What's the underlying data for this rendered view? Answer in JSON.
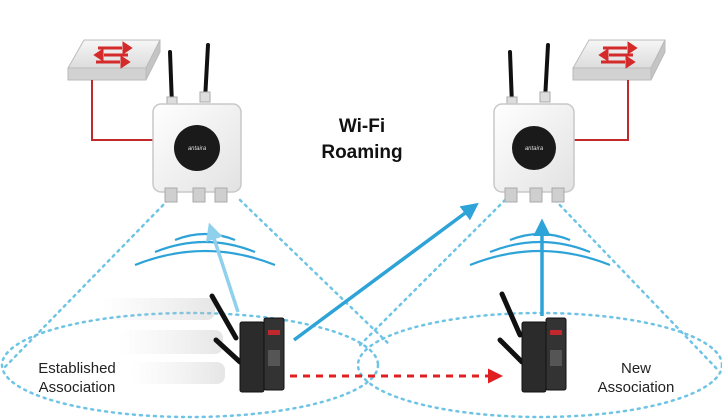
{
  "title": {
    "line1": "Wi-Fi",
    "line2": "Roaming"
  },
  "left_caption": {
    "line1": "Established",
    "line2": "Association"
  },
  "right_caption": {
    "line1": "New",
    "line2": "Association"
  },
  "brand_text": "antaira",
  "colors": {
    "signal_blue": "#2ea3d8",
    "light_blue": "#8fd0ec",
    "roam_red": "#e02020",
    "cable_red": "#c0282b",
    "dotted_blue": "#6ec4e4"
  }
}
